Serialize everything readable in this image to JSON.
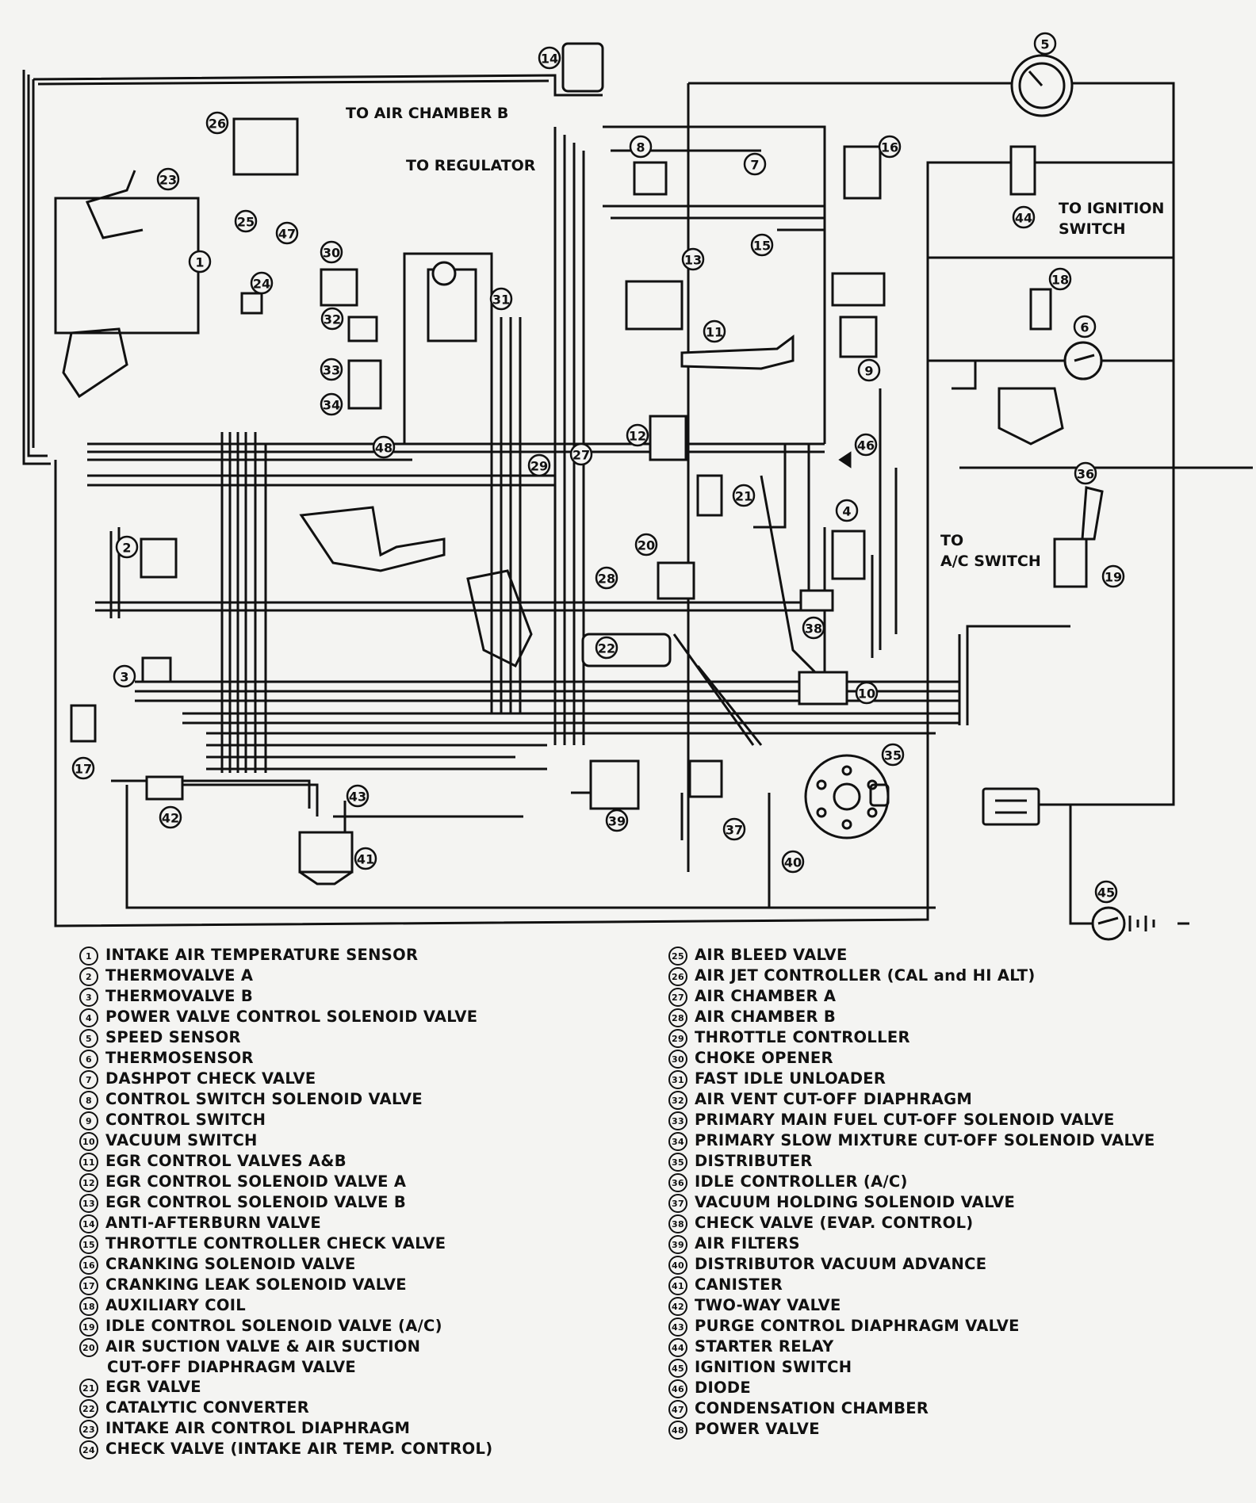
{
  "diagram": {
    "labels": {
      "to_air_chamber_b": "TO AIR CHAMBER B",
      "to_regulator": "TO REGULATOR",
      "to_ignition_switch_1": "TO IGNITION",
      "to_ignition_switch_2": "SWITCH",
      "to_ac_switch_1": "TO",
      "to_ac_switch_2": "A/C SWITCH"
    },
    "callouts": [
      {
        "n": "1"
      },
      {
        "n": "2"
      },
      {
        "n": "3"
      },
      {
        "n": "4"
      },
      {
        "n": "5"
      },
      {
        "n": "6"
      },
      {
        "n": "7"
      },
      {
        "n": "8"
      },
      {
        "n": "9"
      },
      {
        "n": "10"
      },
      {
        "n": "11"
      },
      {
        "n": "12"
      },
      {
        "n": "13"
      },
      {
        "n": "14"
      },
      {
        "n": "15"
      },
      {
        "n": "16"
      },
      {
        "n": "17"
      },
      {
        "n": "18"
      },
      {
        "n": "19"
      },
      {
        "n": "20"
      },
      {
        "n": "21"
      },
      {
        "n": "22"
      },
      {
        "n": "23"
      },
      {
        "n": "24"
      },
      {
        "n": "25"
      },
      {
        "n": "26"
      },
      {
        "n": "27"
      },
      {
        "n": "28"
      },
      {
        "n": "29"
      },
      {
        "n": "30"
      },
      {
        "n": "31"
      },
      {
        "n": "32"
      },
      {
        "n": "33"
      },
      {
        "n": "34"
      },
      {
        "n": "35"
      },
      {
        "n": "36"
      },
      {
        "n": "37"
      },
      {
        "n": "38"
      },
      {
        "n": "39"
      },
      {
        "n": "40"
      },
      {
        "n": "41"
      },
      {
        "n": "42"
      },
      {
        "n": "43"
      },
      {
        "n": "44"
      },
      {
        "n": "45"
      },
      {
        "n": "46"
      },
      {
        "n": "47"
      },
      {
        "n": "48"
      }
    ]
  },
  "legend": {
    "left": [
      {
        "n": "1",
        "text": "INTAKE AIR TEMPERATURE SENSOR"
      },
      {
        "n": "2",
        "text": "THERMOVALVE A"
      },
      {
        "n": "3",
        "text": "THERMOVALVE B"
      },
      {
        "n": "4",
        "text": "POWER VALVE CONTROL SOLENOID VALVE"
      },
      {
        "n": "5",
        "text": "SPEED SENSOR"
      },
      {
        "n": "6",
        "text": "THERMOSENSOR"
      },
      {
        "n": "7",
        "text": "DASHPOT CHECK VALVE"
      },
      {
        "n": "8",
        "text": "CONTROL SWITCH SOLENOID VALVE"
      },
      {
        "n": "9",
        "text": "CONTROL SWITCH"
      },
      {
        "n": "10",
        "text": "VACUUM SWITCH"
      },
      {
        "n": "11",
        "text": "EGR CONTROL VALVES A&B"
      },
      {
        "n": "12",
        "text": "EGR CONTROL SOLENOID VALVE A"
      },
      {
        "n": "13",
        "text": "EGR CONTROL SOLENOID VALVE B"
      },
      {
        "n": "14",
        "text": "ANTI-AFTERBURN VALVE"
      },
      {
        "n": "15",
        "text": "THROTTLE CONTROLLER CHECK VALVE"
      },
      {
        "n": "16",
        "text": "CRANKING SOLENOID VALVE"
      },
      {
        "n": "17",
        "text": "CRANKING LEAK SOLENOID VALVE"
      },
      {
        "n": "18",
        "text": "AUXILIARY COIL"
      },
      {
        "n": "19",
        "text": "IDLE CONTROL SOLENOID VALVE (A/C)"
      },
      {
        "n": "20",
        "text": "AIR SUCTION VALVE & AIR SUCTION"
      },
      {
        "n": "",
        "text": "CUT-OFF DIAPHRAGM VALVE"
      },
      {
        "n": "21",
        "text": "EGR VALVE"
      },
      {
        "n": "22",
        "text": "CATALYTIC CONVERTER"
      },
      {
        "n": "23",
        "text": "INTAKE AIR CONTROL DIAPHRAGM"
      },
      {
        "n": "24",
        "text": "CHECK VALVE (INTAKE AIR TEMP. CONTROL)"
      }
    ],
    "right": [
      {
        "n": "25",
        "text": "AIR BLEED VALVE"
      },
      {
        "n": "26",
        "text": "AIR JET CONTROLLER (CAL and HI ALT)"
      },
      {
        "n": "27",
        "text": "AIR CHAMBER A"
      },
      {
        "n": "28",
        "text": "AIR CHAMBER B"
      },
      {
        "n": "29",
        "text": "THROTTLE CONTROLLER"
      },
      {
        "n": "30",
        "text": "CHOKE OPENER"
      },
      {
        "n": "31",
        "text": "FAST IDLE UNLOADER"
      },
      {
        "n": "32",
        "text": "AIR VENT CUT-OFF DIAPHRAGM"
      },
      {
        "n": "33",
        "text": "PRIMARY MAIN FUEL CUT-OFF SOLENOID VALVE"
      },
      {
        "n": "34",
        "text": "PRIMARY SLOW MIXTURE CUT-OFF SOLENOID VALVE"
      },
      {
        "n": "35",
        "text": "DISTRIBUTER"
      },
      {
        "n": "36",
        "text": "IDLE CONTROLLER (A/C)"
      },
      {
        "n": "37",
        "text": "VACUUM HOLDING SOLENOID VALVE"
      },
      {
        "n": "38",
        "text": "CHECK VALVE (EVAP. CONTROL)"
      },
      {
        "n": "39",
        "text": "AIR FILTERS"
      },
      {
        "n": "40",
        "text": "DISTRIBUTOR VACUUM ADVANCE"
      },
      {
        "n": "41",
        "text": "CANISTER"
      },
      {
        "n": "42",
        "text": "TWO-WAY VALVE"
      },
      {
        "n": "43",
        "text": "PURGE CONTROL DIAPHRAGM VALVE"
      },
      {
        "n": "44",
        "text": "STARTER RELAY"
      },
      {
        "n": "45",
        "text": "IGNITION SWITCH"
      },
      {
        "n": "46",
        "text": "DIODE"
      },
      {
        "n": "47",
        "text": "CONDENSATION CHAMBER"
      },
      {
        "n": "48",
        "text": "POWER VALVE"
      }
    ]
  }
}
